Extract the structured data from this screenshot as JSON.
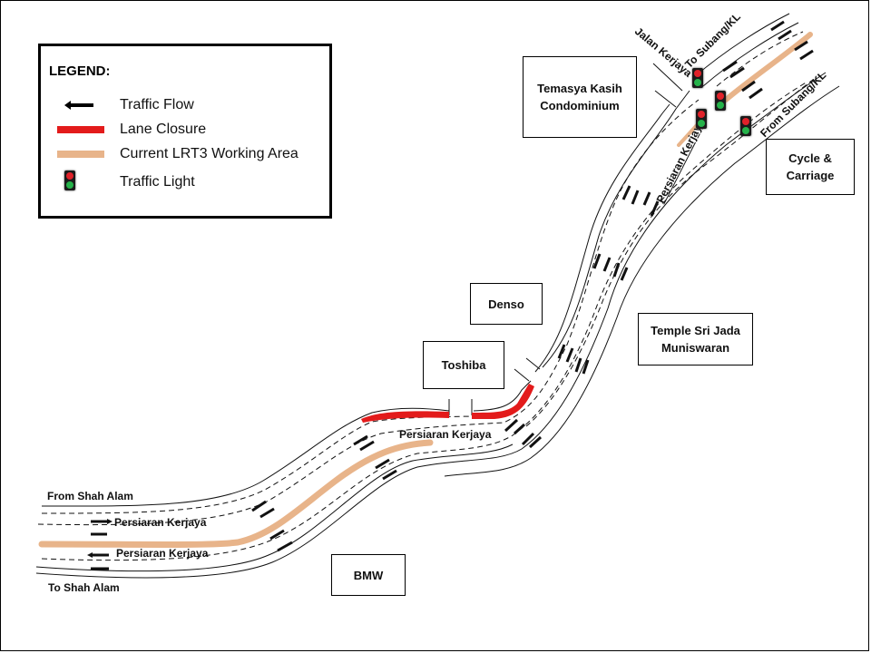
{
  "legend": {
    "title": "LEGEND:",
    "items": [
      {
        "icon": "traffic-flow-arrow",
        "label": "Traffic Flow"
      },
      {
        "icon": "lane-closure-bar",
        "label": "Lane Closure"
      },
      {
        "icon": "working-area-bar",
        "label": "Current LRT3 Working Area"
      },
      {
        "icon": "traffic-light",
        "label": "Traffic Light"
      }
    ]
  },
  "colors": {
    "lane_closure": "#e31b1b",
    "working_area": "#e8b48a",
    "road_line": "#111111",
    "traffic_light_red": "#e0212a",
    "traffic_light_green": "#25b24a"
  },
  "landmarks": {
    "temasya": "Temasya Kasih\nCondominium",
    "cycle": "Cycle &\nCarriage",
    "denso": "Denso",
    "temple": "Temple Sri Jada\nMuniswaran",
    "toshiba": "Toshiba",
    "bmw": "BMW"
  },
  "road_labels": {
    "jalan_kerjaya": "Jalan Kerjaya",
    "to_subang": "To Subang/KL",
    "from_subang": "From Subang/KL",
    "persiaran_diag": "Persiaran Kerjaya",
    "persiaran_mid": "Persiaran Kerjaya",
    "persiaran_west_top": "Persiaran Kerjaya",
    "persiaran_west_bottom": "Persiaran Kerjaya",
    "from_shah_alam": "From Shah Alam",
    "to_shah_alam": "To Shah Alam"
  }
}
